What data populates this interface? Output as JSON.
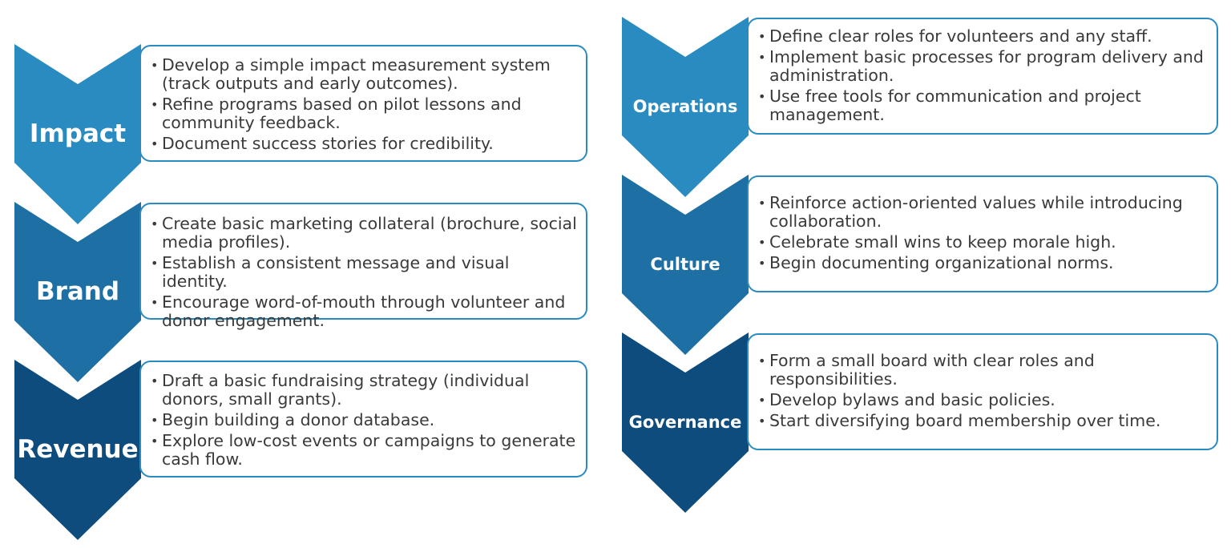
{
  "colors": {
    "light": "#2a8bc0",
    "mid": "#1e6fa3",
    "dark": "#0e4c7e",
    "border": "#2a8bc0"
  },
  "left": [
    {
      "label": "Impact",
      "bullets": [
        "Develop a simple impact measurement system (track outputs and early outcomes).",
        "Refine programs based on pilot lessons and community feedback.",
        "Document success stories for credibility."
      ]
    },
    {
      "label": "Brand",
      "bullets": [
        "Create basic marketing collateral (brochure, social media profiles).",
        "Establish a consistent message and visual identity.",
        "Encourage word-of-mouth through volunteer and donor engagement."
      ]
    },
    {
      "label": "Revenue",
      "bullets": [
        "Draft a basic fundraising strategy (individual donors, small grants).",
        "Begin building a donor database.",
        "Explore low-cost events or campaigns to generate cash flow."
      ]
    }
  ],
  "right": [
    {
      "label": "Operations",
      "bullets": [
        "Define clear roles for volunteers and any staff.",
        "Implement basic processes for program delivery and administration.",
        "Use free tools for communication and project management."
      ]
    },
    {
      "label": "Culture",
      "bullets": [
        "Reinforce action-oriented values while introducing collaboration.",
        "Celebrate small wins to keep morale high.",
        "Begin documenting organizational norms."
      ]
    },
    {
      "label": "Governance",
      "bullets": [
        "Form a small board with clear roles and responsibilities.",
        "Develop bylaws and basic policies.",
        "Start diversifying board membership over time."
      ]
    }
  ]
}
